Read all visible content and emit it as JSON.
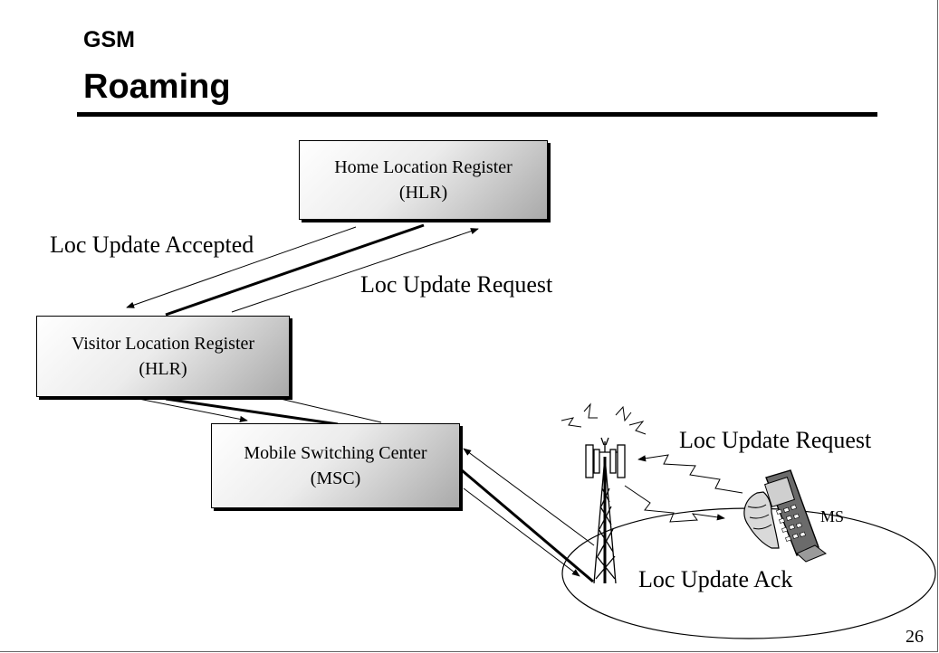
{
  "slide": {
    "subtitle": "GSM",
    "title": "Roaming",
    "page_number": "26"
  },
  "nodes": {
    "hlr": {
      "line1": "Home Location Register",
      "line2": "(HLR)"
    },
    "vlr": {
      "line1": "Visitor Location Register",
      "line2": "(HLR)"
    },
    "msc": {
      "line1": "Mobile Switching Center",
      "line2": "(MSC)"
    }
  },
  "labels": {
    "loc_update_accepted": "Loc Update Accepted",
    "loc_update_request_top": "Loc Update Request",
    "loc_update_request_ms": "Loc Update Request",
    "loc_update_ack": "Loc Update Ack",
    "ms": "MS"
  },
  "icons": [
    "cell-tower-icon",
    "mobile-phone-icon",
    "radio-wave-icon"
  ]
}
